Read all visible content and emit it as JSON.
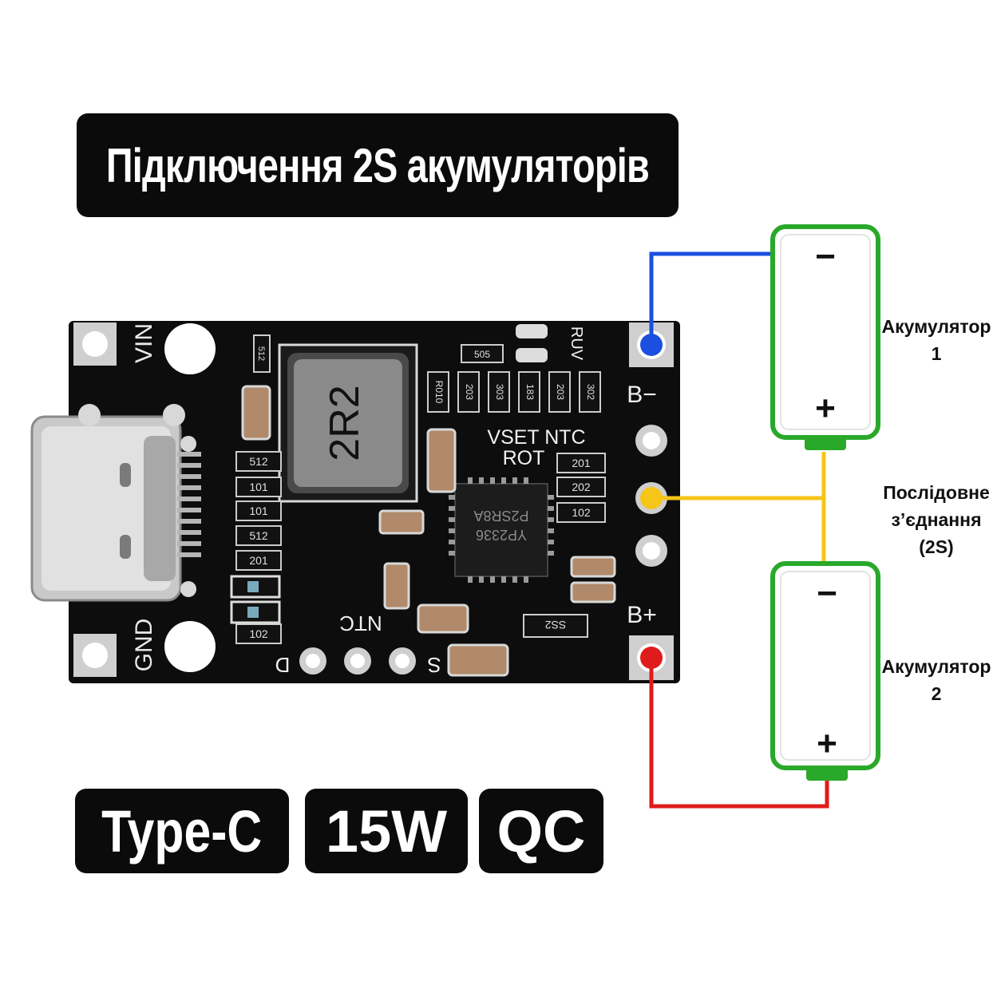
{
  "title": "Підключення 2S акумуляторів",
  "badges": {
    "type_c": "Type-C",
    "power": "15W",
    "qc": "QC"
  },
  "board": {
    "pin_labels": {
      "vin": "VIN",
      "gnd": "GND",
      "b_minus": "B−",
      "b_plus": "B+",
      "ntc_bottom": "NTC",
      "d": "D",
      "s": "S",
      "vset_ntc": "VSET NTC",
      "rot": "ROT",
      "ruv": "RUV"
    },
    "inductor_marking": "2R2",
    "ic_marking": [
      "P2SR8A",
      "YP2336"
    ],
    "resistor_codes_left": [
      "512",
      "101",
      "101",
      "512",
      "201",
      "102"
    ],
    "resistor_codes_top": [
      "R010",
      "203",
      "303",
      "183",
      "203",
      "302"
    ],
    "resistor_codes_right": [
      "201",
      "202",
      "102"
    ],
    "misc_codes": {
      "r_top": "512",
      "r_505": "505",
      "diode": "SS2"
    }
  },
  "batteries": [
    {
      "label_line1": "Акумулятор",
      "label_line2": "1",
      "minus": "−",
      "plus": "+"
    },
    {
      "label_line1": "Акумулятор",
      "label_line2": "2",
      "minus": "−",
      "plus": "+"
    }
  ],
  "series_label": [
    "Послідовне",
    "з’єднання",
    "(2S)"
  ],
  "colors": {
    "wire_negative": "#1a4fe0",
    "wire_middle": "#f5c518",
    "wire_positive": "#e01b1b",
    "battery_outline": "#2aa82a",
    "pcb": "#0d0d0d",
    "pill_bg": "#0b0b0b"
  }
}
